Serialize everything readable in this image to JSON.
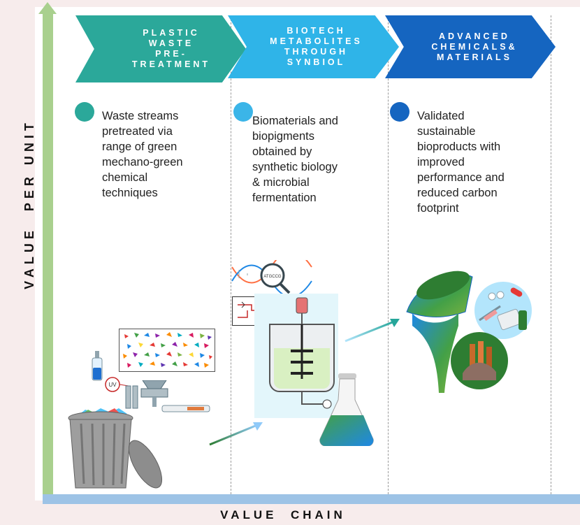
{
  "axes": {
    "y_label": "VALUE  PER UNIT",
    "x_label": "VALUE  CHAIN"
  },
  "stages": [
    {
      "title": "PLASTIC\nWASTE\nPRE-\nTREATMENT",
      "color": "#2ba89a",
      "description": "Waste streams\npretreated via\nrange of green\nmechano-green\nchemical\ntechniques"
    },
    {
      "title": "BIOTECH\nMETABOLITES\nTHROUGH\nSYNBIOL",
      "color": "#2fb4e8",
      "description": "Biomaterials and\nbiopigments\nobtained by\nsynthetic biology\n& microbial\nfermentation"
    },
    {
      "title": "ADVANCED\nCHEMICALS&\nMATERIALS",
      "color": "#1565c0",
      "description": "Validated\nsustainable\nbioproducts with\nimproved\nperformance and\nreduced carbon\nfootprint"
    }
  ],
  "illustrations": {
    "uv_label": "UV",
    "dna_label": "ATGCCG"
  },
  "icons": [
    "trash-can-icon",
    "plastic-flakes-icon",
    "uv-lamp-icon",
    "test-tube-icon",
    "shredder-icon",
    "dna-magnifier-icon",
    "gene-circuit-icon",
    "bioreactor-icon",
    "flask-icon",
    "paint-bucket-icon",
    "pills-icon",
    "materials-icon",
    "flow-arrow-icon"
  ]
}
